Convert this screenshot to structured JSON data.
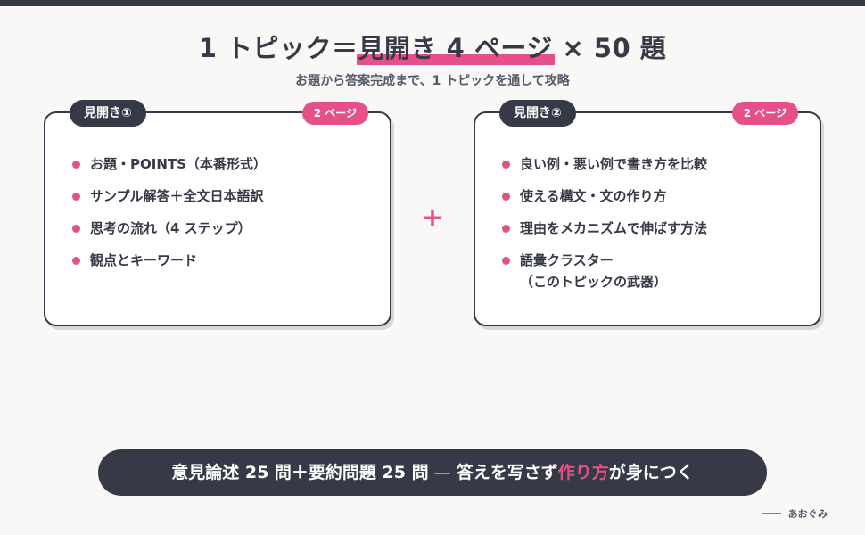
{
  "headline": {
    "prefix": "1 トピック＝",
    "highlight": "見開き 4 ページ",
    "suffix": " × 50 題"
  },
  "subhead": "お題から答案完成まで、1 トピックを通して攻略",
  "plus": "+",
  "cards": [
    {
      "tab": "見開き①",
      "pages_badge": "2 ページ",
      "items": [
        "お題・POINTS（本番形式）",
        "サンプル解答＋全文日本語訳",
        "思考の流れ（4 ステップ）",
        "観点とキーワード"
      ]
    },
    {
      "tab": "見開き②",
      "pages_badge": "2 ページ",
      "items": [
        "良い例・悪い例で書き方を比較",
        "使える構文・文の作り方",
        "理由をメカニズムで伸ばす方法",
        "語彙クラスター"
      ],
      "item4_sub": "（このトピックの武器）"
    }
  ],
  "banner": {
    "part1": "意見論述 25 問＋要約問題 25 問",
    "dash": " — ",
    "part2": "答えを写さず",
    "highlight": "作り方",
    "part3": "が身につく"
  },
  "signature": "あおぐみ",
  "colors": {
    "accent": "#e5508a",
    "dark": "#363a46",
    "background": "#faf8f6"
  }
}
